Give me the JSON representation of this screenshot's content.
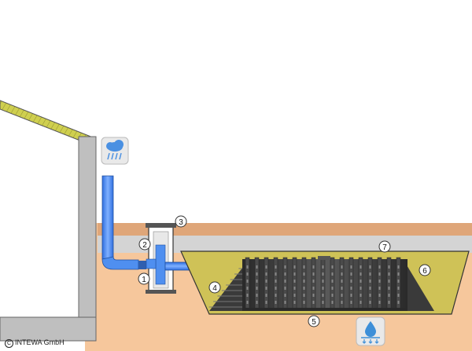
{
  "labels": [
    "1",
    "2",
    "3",
    "4",
    "5",
    "6",
    "7"
  ],
  "copyright": "INTEWA GmbH",
  "copyright_symbol": "C",
  "icons": {
    "rain": "rain-cloud-icon",
    "infiltration": "water-drop-infiltration-icon"
  },
  "colors": {
    "soil": "#f6c79c",
    "topsoil": "#dfa679",
    "gravel": "#cfc257",
    "pipe": "#4f8ff0",
    "module": "#3f3f3f",
    "wall": "#bfbfbf",
    "roof": "#cfcf4f"
  }
}
